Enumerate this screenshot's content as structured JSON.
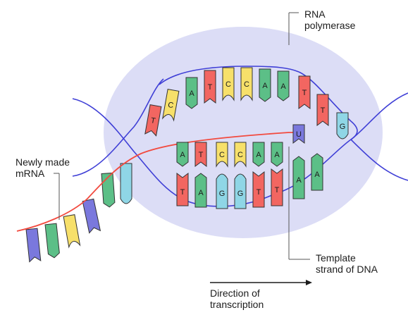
{
  "labels": {
    "rna_polymerase": [
      "RNA",
      "polymerase"
    ],
    "newly_made_mrna": [
      "Newly made",
      "mRNA"
    ],
    "template_strand": [
      "Template",
      "strand of DNA"
    ],
    "direction": [
      "Direction of",
      "transcription"
    ]
  },
  "strands": {
    "coding_top": [
      "T",
      "C",
      "A",
      "T",
      "C",
      "C",
      "A",
      "A",
      "T",
      "T",
      "G"
    ],
    "rna_in_bubble": [
      "A",
      "T",
      "C",
      "C",
      "A",
      "A"
    ],
    "rna_nucleotide_added": "U",
    "template_bottom": [
      "T",
      "A",
      "G",
      "G",
      "T",
      "T",
      "A",
      "A"
    ],
    "mrna_tail_count": 6
  },
  "colors": {
    "A": "#5cbf87",
    "T": "#f26661",
    "C": "#f7e06a",
    "G": "#8fd6e6",
    "U": "#7a78dd",
    "dna_backbone": "#3f3fd6",
    "mrna_backbone": "#f24a3f",
    "polymerase": "#dcddf6"
  }
}
